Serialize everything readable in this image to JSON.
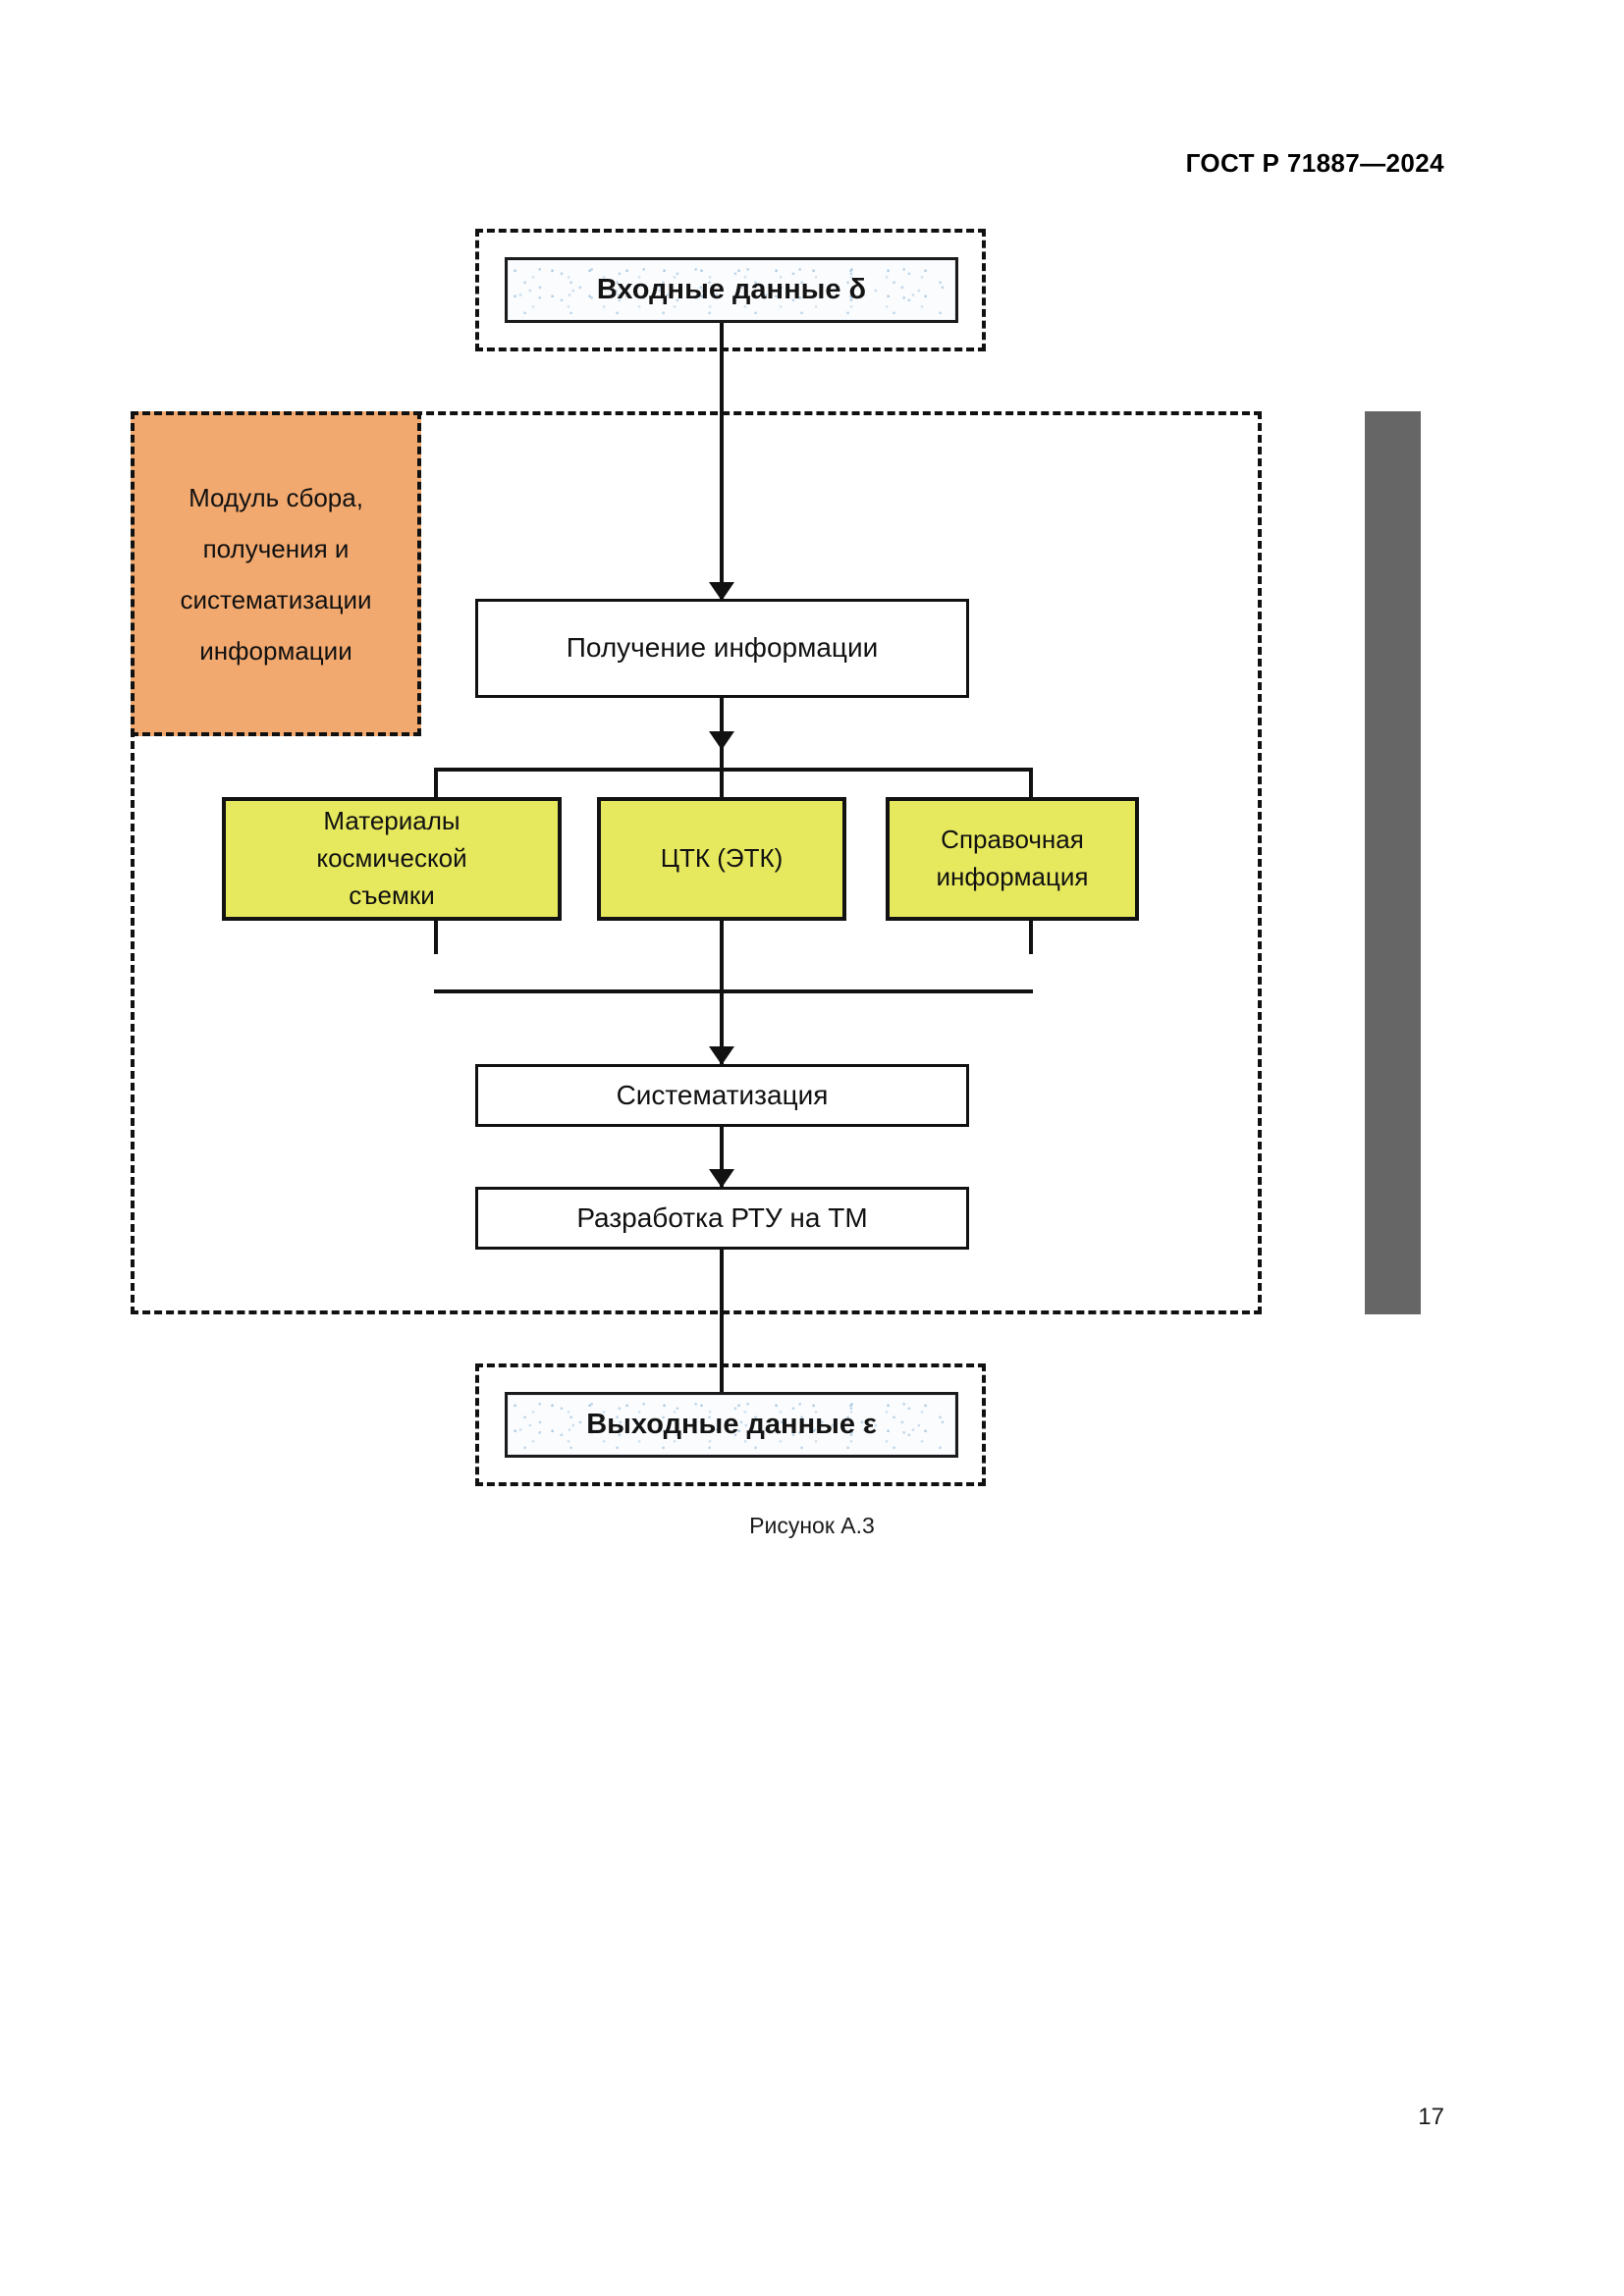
{
  "document": {
    "standard_header": "ГОСТ Р 71887—2024",
    "page_number": "17"
  },
  "figure": {
    "caption": "Рисунок А.3",
    "colors": {
      "orange_module": "#f2a96f",
      "yellow_source": "#e6e85e",
      "gray_bar": "#666666",
      "line": "#111111",
      "io_fill": "#fbfcfd"
    },
    "nodes": {
      "input": {
        "label": "Входные данные δ"
      },
      "module": {
        "label_lines": [
          "Модуль сбора,",
          "получения и",
          "систематизации",
          "информации"
        ]
      },
      "receive": {
        "label": "Получение информации"
      },
      "sources": [
        {
          "label_lines": [
            "Материалы",
            "космической",
            "съемки"
          ]
        },
        {
          "label_lines": [
            "ЦТК (ЭТК)"
          ]
        },
        {
          "label_lines": [
            "Справочная",
            "информация"
          ]
        }
      ],
      "systematize": {
        "label": "Систематизация"
      },
      "develop": {
        "label": "Разработка РТУ на ТМ"
      },
      "output": {
        "label": "Выходные данные ε"
      }
    }
  }
}
